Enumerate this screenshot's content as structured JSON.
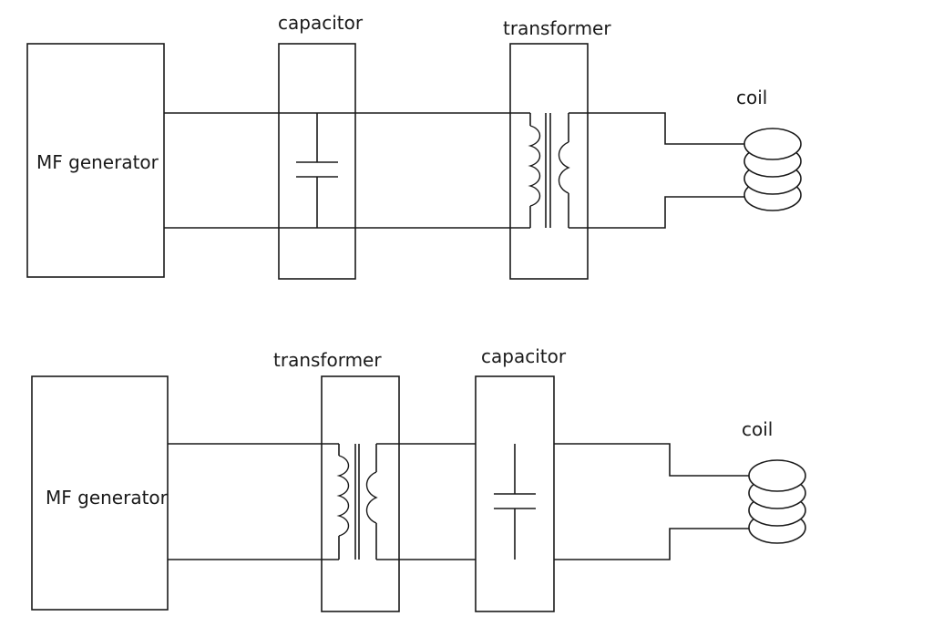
{
  "circuits": [
    {
      "generator_label": "MF generator",
      "capacitor_label": "capacitor",
      "transformer_label": "transformer",
      "coil_label": "coil"
    },
    {
      "generator_label": "MF generator",
      "transformer_label": "transformer",
      "capacitor_label": "capacitor",
      "coil_label": "coil"
    }
  ]
}
